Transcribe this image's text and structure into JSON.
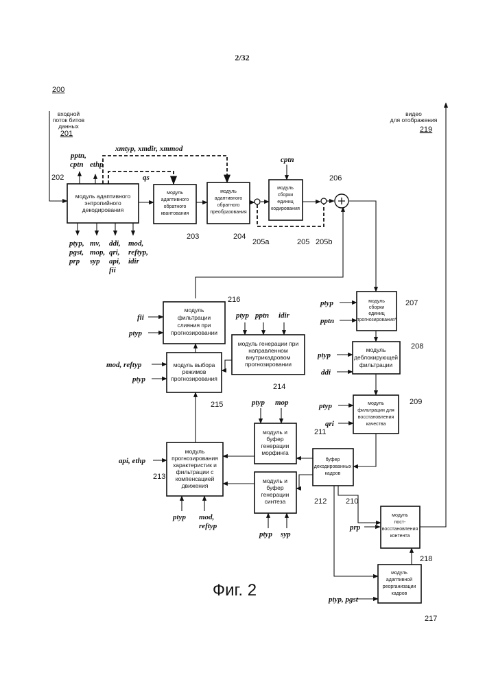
{
  "page_number": "2/32",
  "figure_caption": "Фиг. 2",
  "system_ref": "200",
  "input": {
    "label_lines": [
      "входной",
      "поток битов",
      "данных"
    ],
    "ref": "201"
  },
  "output": {
    "label_lines": [
      "видео",
      "для отображения"
    ],
    "ref": "219"
  },
  "boxes": {
    "entropy_decoder": {
      "ref": "202",
      "lines": [
        "модуль адаптивного",
        "энтропийного",
        "декодирования"
      ]
    },
    "inverse_quant": {
      "ref": "203",
      "lines": [
        "модуль",
        "адаптивного",
        "обратного",
        "квантования"
      ]
    },
    "inverse_transform": {
      "ref": "204",
      "lines": [
        "модуль",
        "адаптивного",
        "обратного",
        "преобразования"
      ]
    },
    "cu_assembler": {
      "ref": "205",
      "lines": [
        "модуль",
        "сборки",
        "единиц",
        "кодирования"
      ]
    },
    "pu_assembler": {
      "ref": "207",
      "lines": [
        "модуль",
        "сборки",
        "единиц",
        "прогнозирования*"
      ]
    },
    "deblock": {
      "ref": "208",
      "lines": [
        "модуль",
        "деблокирующей",
        "фильтрации"
      ]
    },
    "qr_filter": {
      "ref": "209",
      "lines": [
        "модуль",
        "фильтрации для",
        "восстановления",
        "качества"
      ]
    },
    "dpb": {
      "ref": "210",
      "lines": [
        "буфер",
        "декодированных",
        "кадров"
      ]
    },
    "morph": {
      "ref": "211",
      "lines": [
        "модуль и",
        "буфер",
        "генерации",
        "морфинга"
      ]
    },
    "synth": {
      "ref": "212",
      "lines": [
        "модуль и",
        "буфер",
        "генерации",
        "синтеза"
      ]
    },
    "mc_pred": {
      "ref": "213",
      "lines": [
        "модуль",
        "прогнозирования",
        "характеристик и",
        "фильтрации с",
        "компенсацией",
        "движения"
      ]
    },
    "intra_pred": {
      "ref": "214",
      "lines": [
        "модуль генерации при",
        "направленном",
        "внутрикадровом",
        "прогнозировании"
      ]
    },
    "mode_sel": {
      "ref": "215",
      "lines": [
        "модуль выбора",
        "режимов",
        "прогнозирования"
      ]
    },
    "fusion": {
      "ref": "216",
      "lines": [
        "модуль",
        "фильтрации",
        "слияния при",
        "прогнозировании"
      ]
    },
    "reorg": {
      "ref": "217",
      "lines": [
        "модуль",
        "адаптивной",
        "реорганизации",
        "кадров"
      ]
    },
    "restore": {
      "ref": "218",
      "lines": [
        "модуль",
        "пост-",
        "восстановления",
        "контента"
      ]
    }
  },
  "nodes": {
    "adder": "206",
    "switch_a": "205a",
    "switch_b": "205b"
  },
  "signals": {
    "ptp_cptn": [
      "pptn,",
      "cptn"
    ],
    "ethp": "ethp",
    "xm": "xmtyp, xmdir, xmmod",
    "qs": "qs",
    "cptn": "cptn",
    "out1": [
      "ptyp,",
      "pgst,",
      "prp"
    ],
    "out2": [
      "mv,",
      "mop,",
      "syp"
    ],
    "out3": [
      "ddi,",
      "qri,",
      "api,",
      "fii"
    ],
    "out4": [
      "mod,",
      "reftyp,",
      "idir"
    ],
    "ptyp": "ptyp",
    "pptn": "pptn",
    "ddi": "ddi",
    "qri": "qri",
    "fii": "fii",
    "mod_reftyp": "mod, reftyp",
    "api_ethp": "api, ethp",
    "mop": "mop",
    "syp": "syp",
    "idir": "idir",
    "mod2": [
      "mod,",
      "reftyp"
    ],
    "prp": "prp",
    "ptyp_pgst": "ptyp, pgst"
  }
}
